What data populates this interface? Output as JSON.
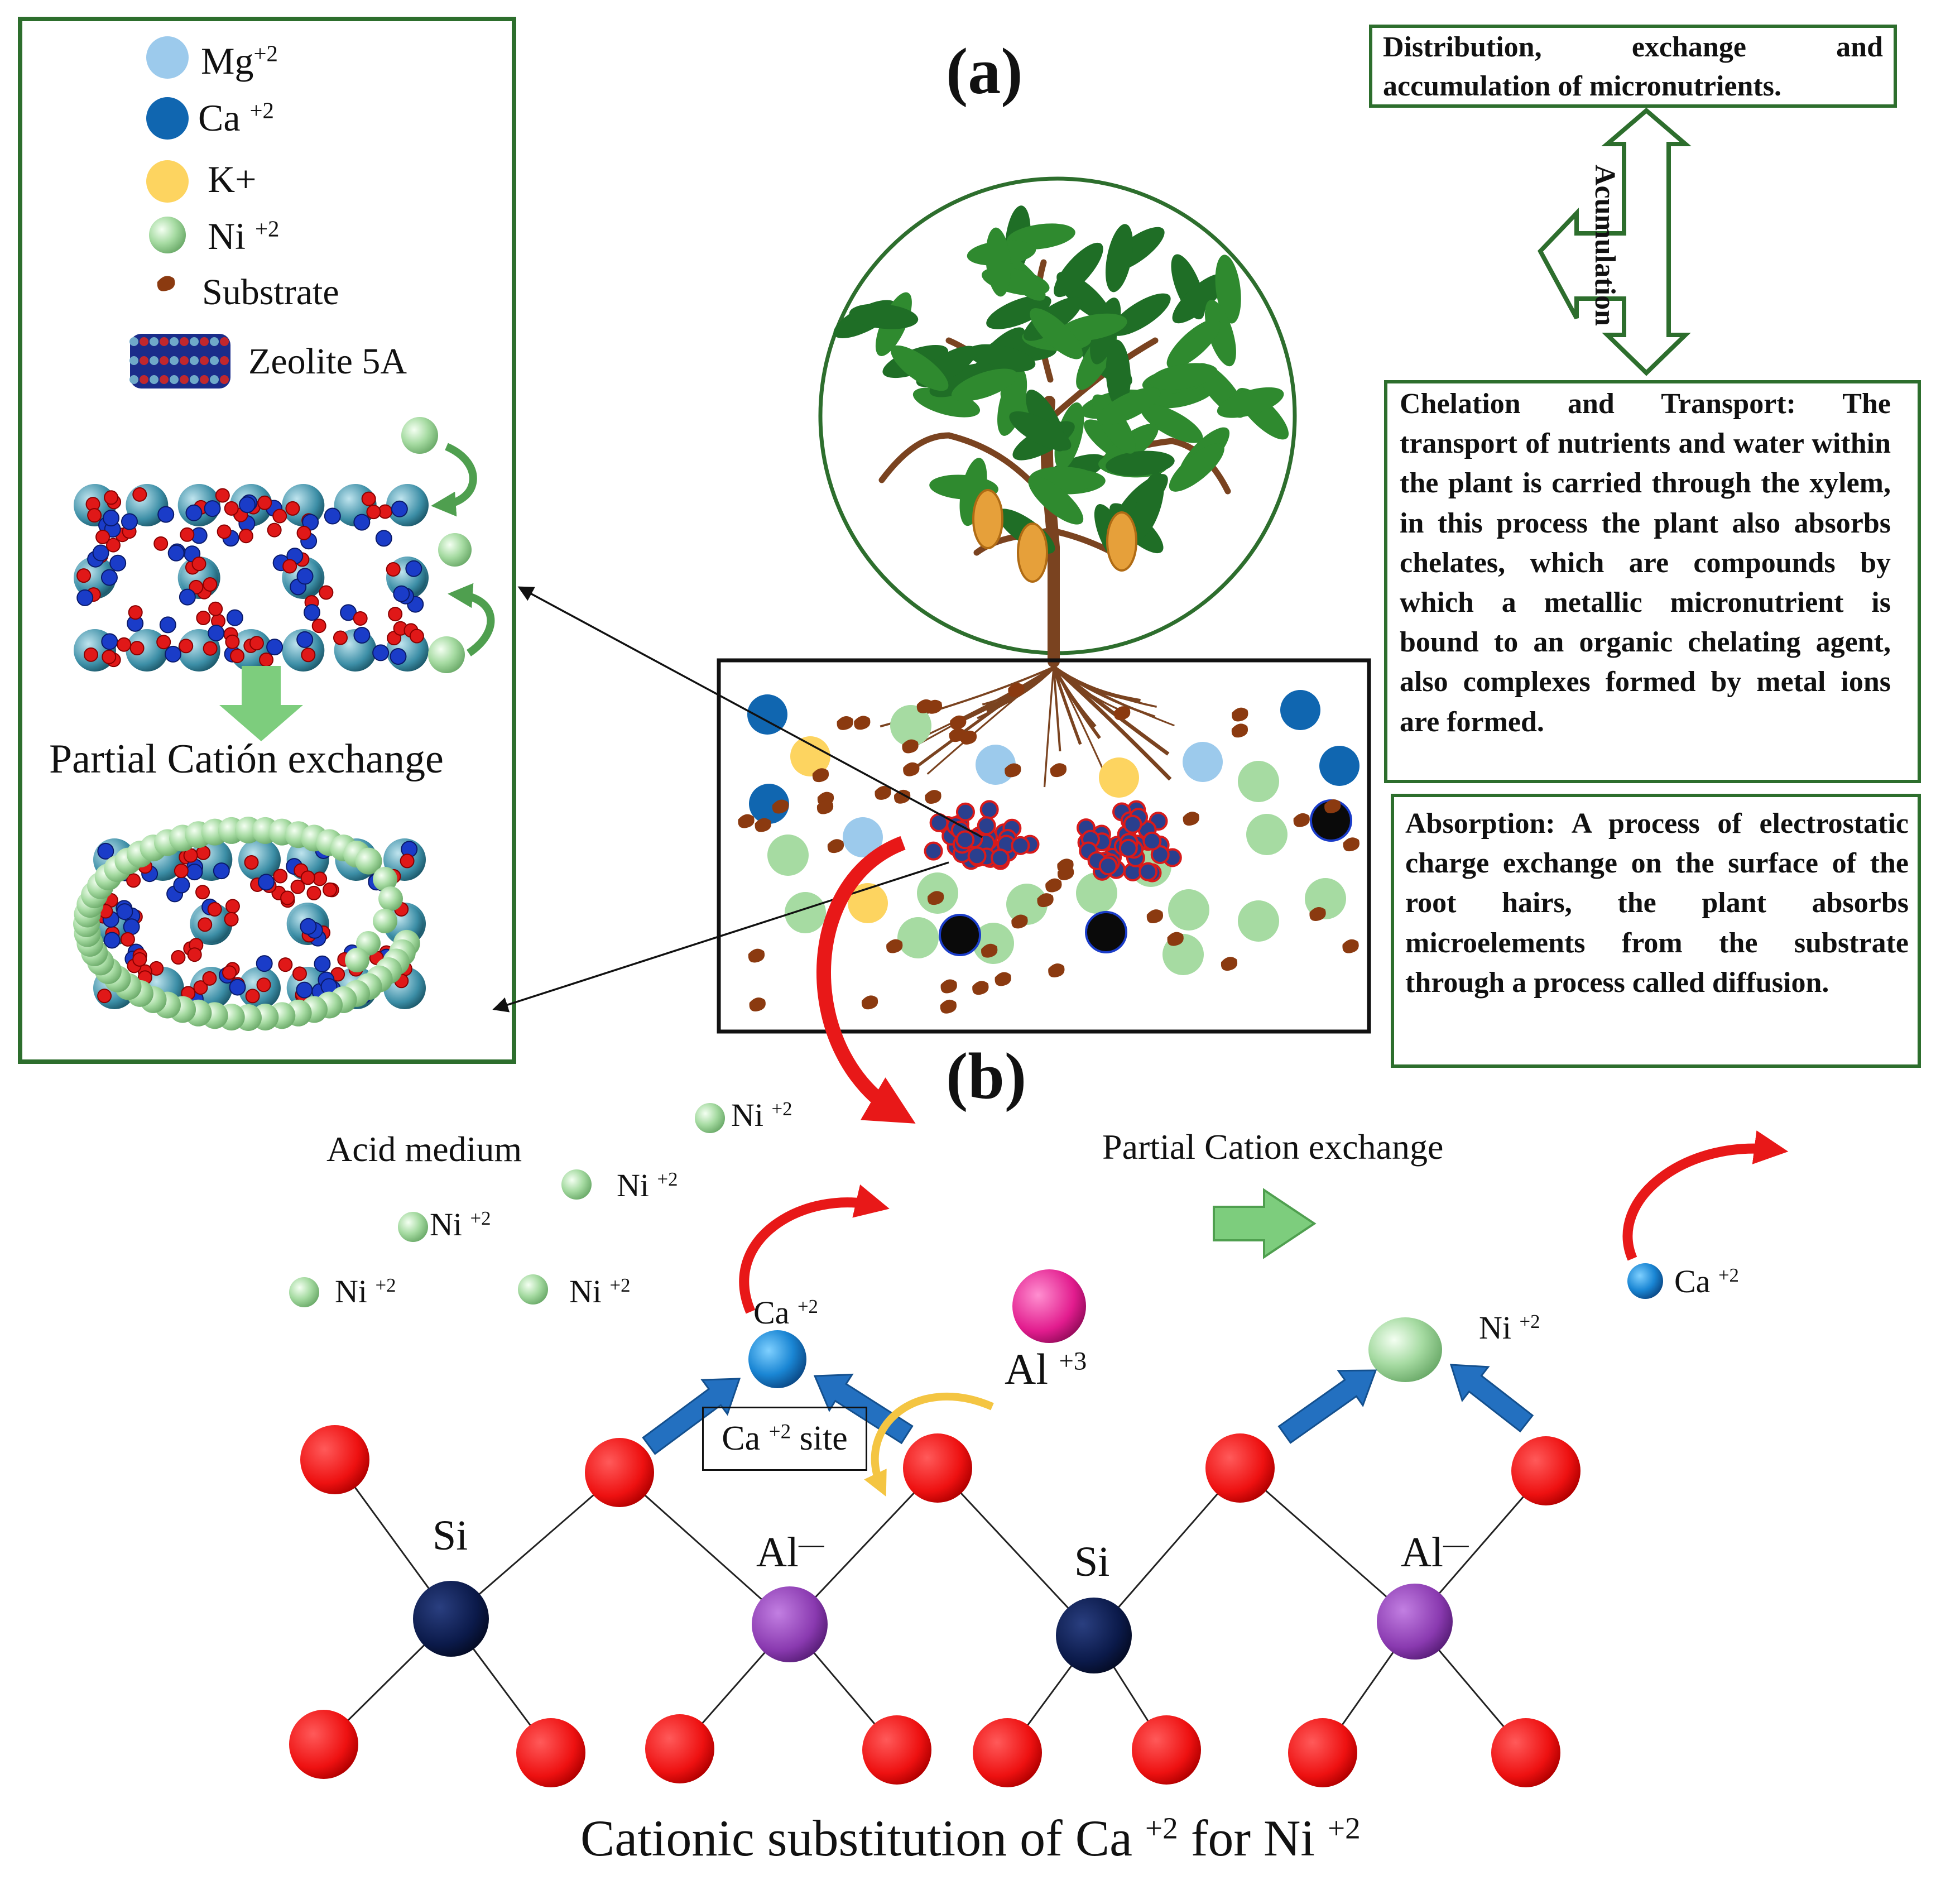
{
  "panels": {
    "a": "(a)",
    "b": "(b)"
  },
  "legend": {
    "items": [
      {
        "label": "Mg",
        "sup": "+2",
        "color": "#9ccaec",
        "kind": "circle"
      },
      {
        "label": "Ca ",
        "sup": "+2",
        "color": "#1066b0",
        "kind": "circle"
      },
      {
        "label": "K+",
        "sup": "",
        "color": "#fdd460",
        "kind": "circle"
      },
      {
        "label": "Ni ",
        "sup": "+2",
        "color": "#a6dba2",
        "kind": "sphere"
      },
      {
        "label": "Substrate",
        "sup": "",
        "color": "#8b3a10",
        "kind": "drop"
      },
      {
        "label": "Zeolite 5A",
        "sup": "",
        "color": "#c1272d",
        "kind": "zeolite"
      }
    ],
    "exchange_label": "Partial Catión exchange"
  },
  "boxes": {
    "distribution": "Distribution, exchange and accumulation of micronutrients.",
    "accumulation": "Acumulation",
    "chelation": "Chelation and Transport: The transport of nutrients and water within the plant is carried through the xylem, in this process the plant also absorbs chelates, which are compounds by which a metallic micronutrient is bound to an organic chelating agent, also complexes formed by metal ions are formed.",
    "absorption": "Absorption: A process of electrostatic charge exchange on the surface of the root hairs, the plant absorbs microelements from the substrate through a process called diffusion."
  },
  "panel_b": {
    "acid_medium": "Acid medium",
    "partial_exchange": "Partial Cation exchange",
    "ni_label": "Ni ",
    "ni_sup": "+2",
    "ca_label": "Ca ",
    "ca_sup": "+2",
    "al3_label": "Al ",
    "al3_sup": "+3",
    "ca_site_label": "Ca ",
    "ca_site_sup": "+2",
    "ca_site_suffix": " site",
    "si_label": "Si",
    "al_label": "Al",
    "al_sup": "—",
    "title_prefix": "Cationic substitution of Ca ",
    "title_sup1": "+2",
    "title_mid": " for Ni ",
    "title_sup2": "+2"
  },
  "colors": {
    "box_border": "#2d6e2d",
    "oxygen": "#ee1111",
    "silicon": "#0b1a4a",
    "aluminium": "#8a3ab0",
    "al3": "#e21c8e",
    "arrow_blue": "#2370c0",
    "arrow_red": "#e81818",
    "arrow_green": "#7dcd7d",
    "arrow_yellow": "#f4c542"
  }
}
